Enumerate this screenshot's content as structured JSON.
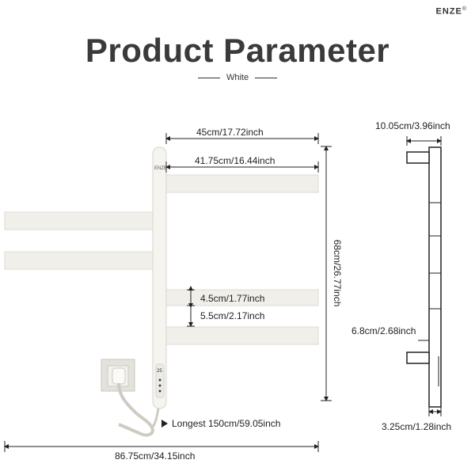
{
  "brand": {
    "name": "ENZE",
    "mark": "®"
  },
  "title": "Product Parameter",
  "subtitle": "White",
  "device": {
    "logo": "ENZE",
    "display_value": "25"
  },
  "dimensions": {
    "top_width": "45cm/17.72inch",
    "bar_length": "41.75cm/16.44inch",
    "height": "68cm/26.77inch",
    "bar_thickness": "4.5cm/1.77inch",
    "bar_gap": "5.5cm/2.17inch",
    "cable": "Longest 150cm/59.05inch",
    "total_width": "86.75cm/34.15inch",
    "side_depth": "10.05cm/3.96inch",
    "side_spacing": "6.8cm/2.68inch",
    "side_base": "3.25cm/1.28inch"
  },
  "icons": {
    "cable_pointer": "triangle-left-icon"
  }
}
